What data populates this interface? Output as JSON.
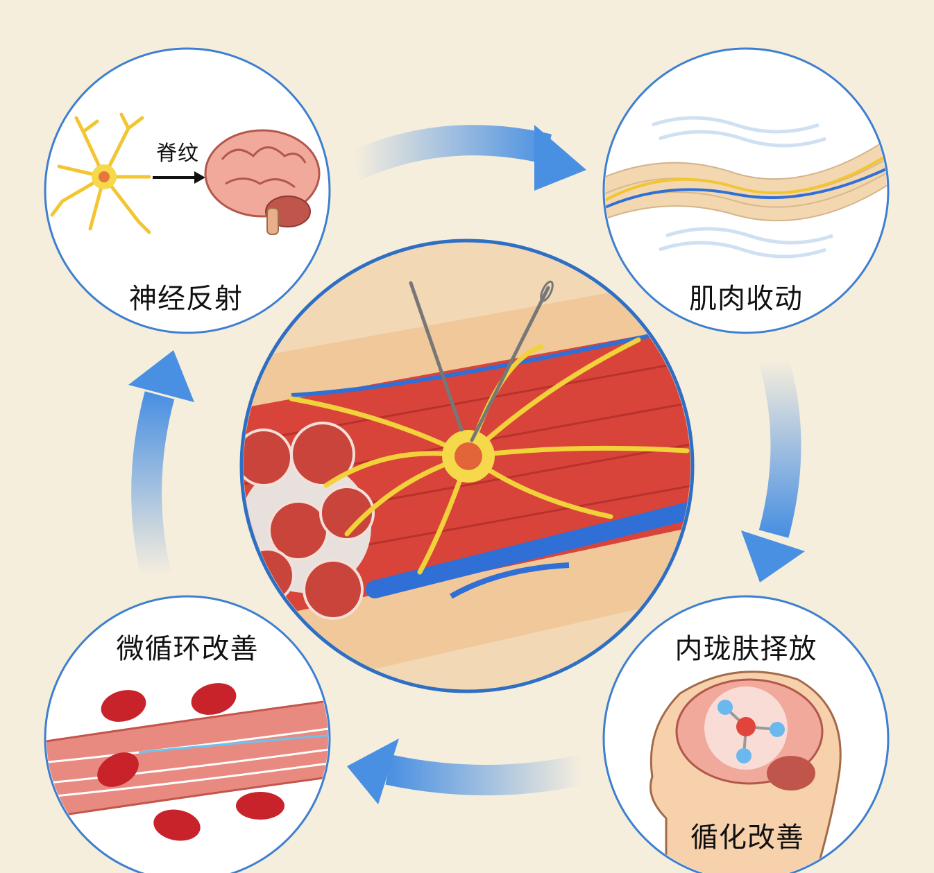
{
  "top_left": {
    "label": "神经反射",
    "arrow_text": "脊纹"
  },
  "top_right": {
    "label": "肌肉收动"
  },
  "bottom_right": {
    "label": "内珑肤择放",
    "inner_label": "循化改善"
  },
  "bottom_left": {
    "label": "微循环改善"
  },
  "colors": {
    "background": "#f6eedd",
    "circle_border": "#3d7fd0",
    "arrow": "#4a90e2",
    "nerve": "#f2d23a",
    "muscle": "#d8443a",
    "vessel": "#2f6fd6"
  }
}
